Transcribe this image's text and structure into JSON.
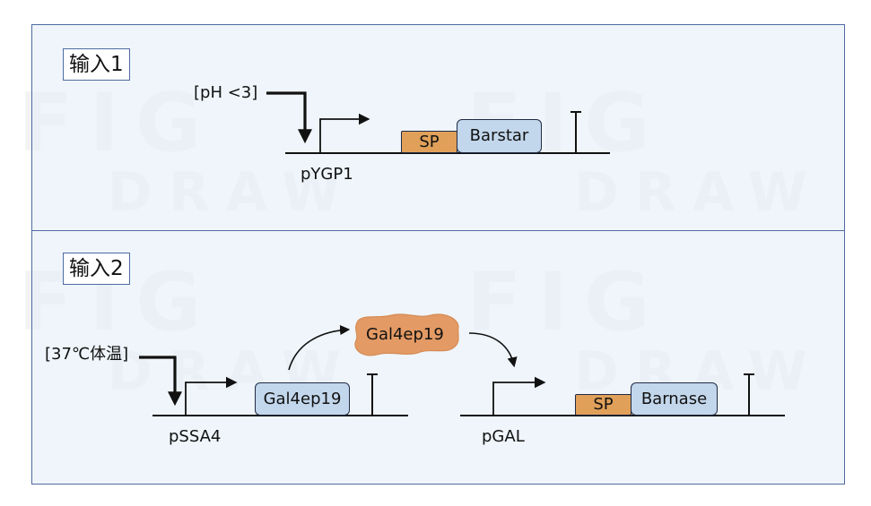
{
  "watermark": [
    "FIG",
    "DRAW"
  ],
  "panel1": {
    "title": "输入1",
    "signal": "[pH <3]",
    "promoter": "pYGP1",
    "sp": "SP",
    "gene": "Barstar"
  },
  "panel2": {
    "title": "输入2",
    "signal": "[37℃体温]",
    "promoter1": "pSSA4",
    "gene1": "Gal4ep19",
    "protein": "Gal4ep19",
    "promoter2": "pGAL",
    "sp": "SP",
    "gene2": "Barnase"
  },
  "colors": {
    "panel_border": "#4f6aa3",
    "panel_fill": "#e2ecf6",
    "gene_blue": "#c3d7ec",
    "sp_orange": "#e0a05a",
    "protein_orange": "#e39a64"
  }
}
